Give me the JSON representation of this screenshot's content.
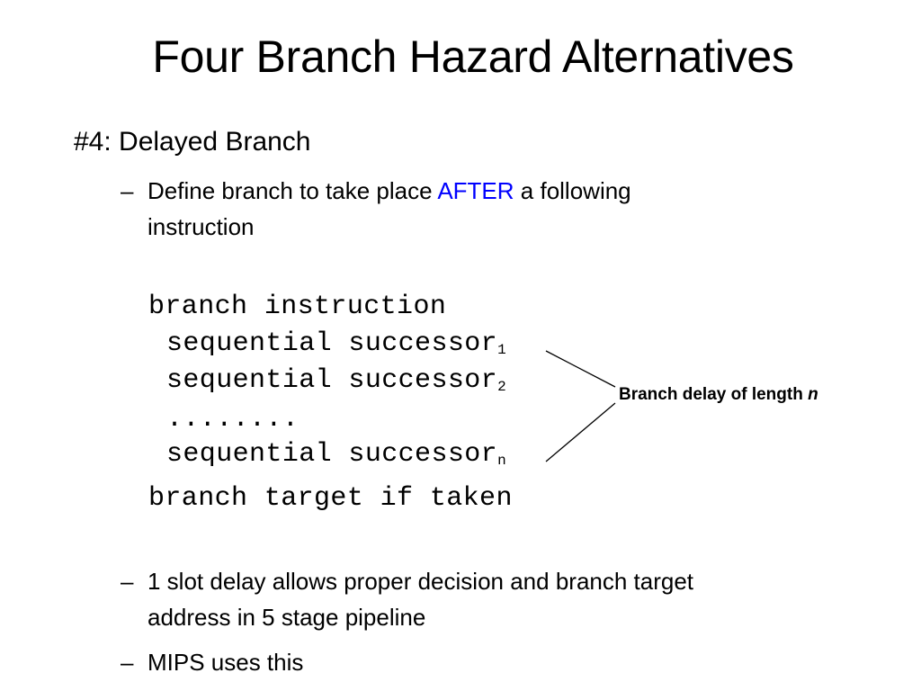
{
  "slide": {
    "title": "Four Branch Hazard Alternatives",
    "heading": "#4: Delayed Branch",
    "bullet_dash": "–",
    "bullet1": {
      "before": "Define branch to take place ",
      "highlight": "AFTER",
      "after": " a following",
      "line2": "instruction"
    },
    "code": {
      "line1": "branch instruction",
      "successor_text": "sequential successor",
      "sub1": "1",
      "sub2": "2",
      "dots": "........",
      "subn": "n",
      "line_target": "branch target if taken"
    },
    "delay_label": {
      "text": "Branch delay of length ",
      "var": "n"
    },
    "bullet2": {
      "line1": "1 slot delay allows proper decision and branch target",
      "line2": "address in 5 stage pipeline"
    },
    "bullet3": "MIPS uses this",
    "colors": {
      "accent": "#0000ff",
      "text": "#000000",
      "background": "#ffffff"
    }
  }
}
